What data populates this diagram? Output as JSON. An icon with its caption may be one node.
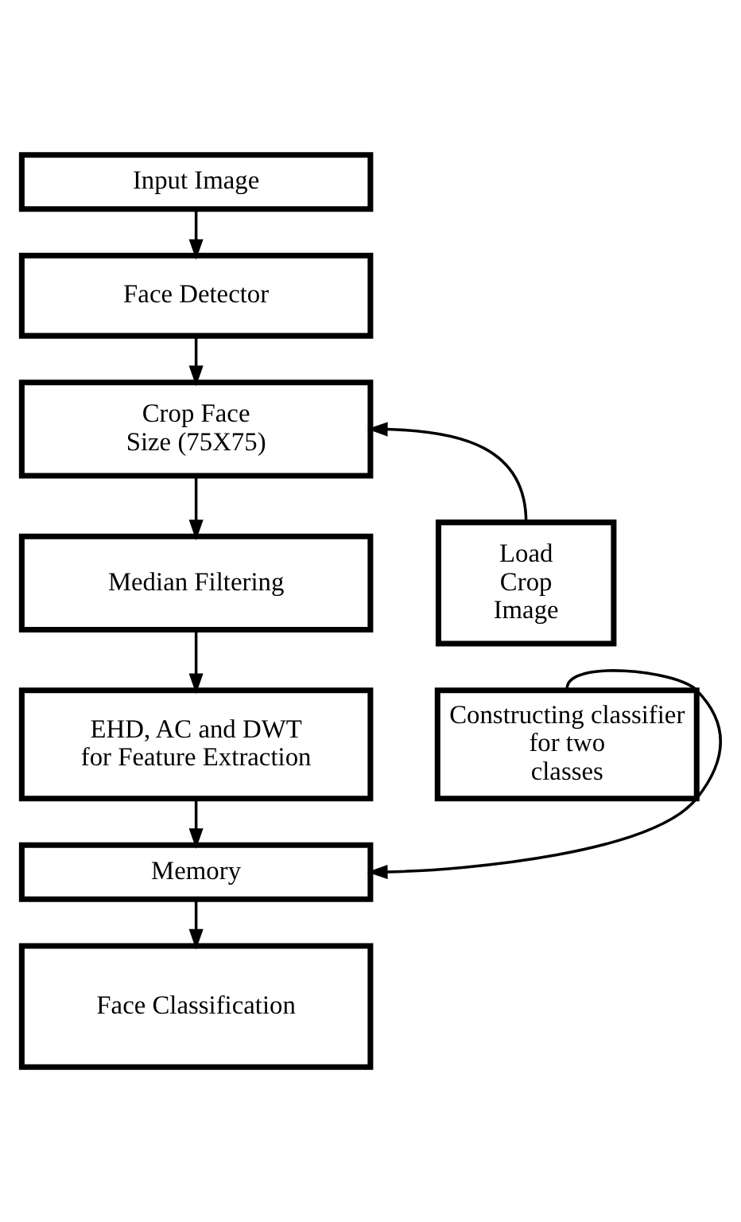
{
  "diagram": {
    "nodes": [
      {
        "text": [
          "Input Image"
        ]
      },
      {
        "text": [
          "Face Detector"
        ]
      },
      {
        "text": [
          "Crop Face Size (75X75)"
        ]
      },
      {
        "text": [
          "Median Filtering"
        ]
      },
      {
        "text": [
          "Load Crop Image"
        ]
      },
      {
        "text": [
          "EHD, AC and DWT for Feature Extraction"
        ]
      },
      {
        "text": [
          "Constructing classifier for two classes"
        ]
      },
      {
        "text": [
          "Memory"
        ]
      },
      {
        "text": [
          "Face Classification"
        ]
      }
    ],
    "edges": [
      {
        "from": 0,
        "to": 1,
        "arrow": "to"
      },
      {
        "from": 1,
        "to": 2,
        "arrow": "to"
      },
      {
        "from": 2,
        "to": 3,
        "arrow": "to"
      },
      {
        "from": 4,
        "to": 2,
        "arrow": "to"
      },
      {
        "from": 3,
        "to": 5,
        "arrow": "to"
      },
      {
        "from": 5,
        "to": 7,
        "arrow": "to"
      },
      {
        "from": 6,
        "to": 7,
        "arrow": "to"
      },
      {
        "from": 7,
        "to": 8,
        "arrow": "to"
      }
    ]
  }
}
